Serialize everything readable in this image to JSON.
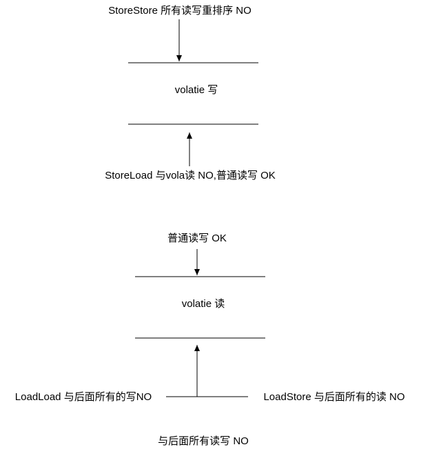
{
  "write_section": {
    "top_label": "StoreStore 所有读写重排序 NO",
    "center_label": "volatie  写",
    "bottom_label": "StoreLoad 与vola读 NO,普通读写 OK"
  },
  "read_section": {
    "top_label": "普通读写 OK",
    "center_label": "volatie  读",
    "left_label": "LoadLoad 与后面所有的写NO",
    "right_label": "LoadStore 与后面所有的读 NO",
    "bottom_label": "与后面所有读写 NO"
  }
}
